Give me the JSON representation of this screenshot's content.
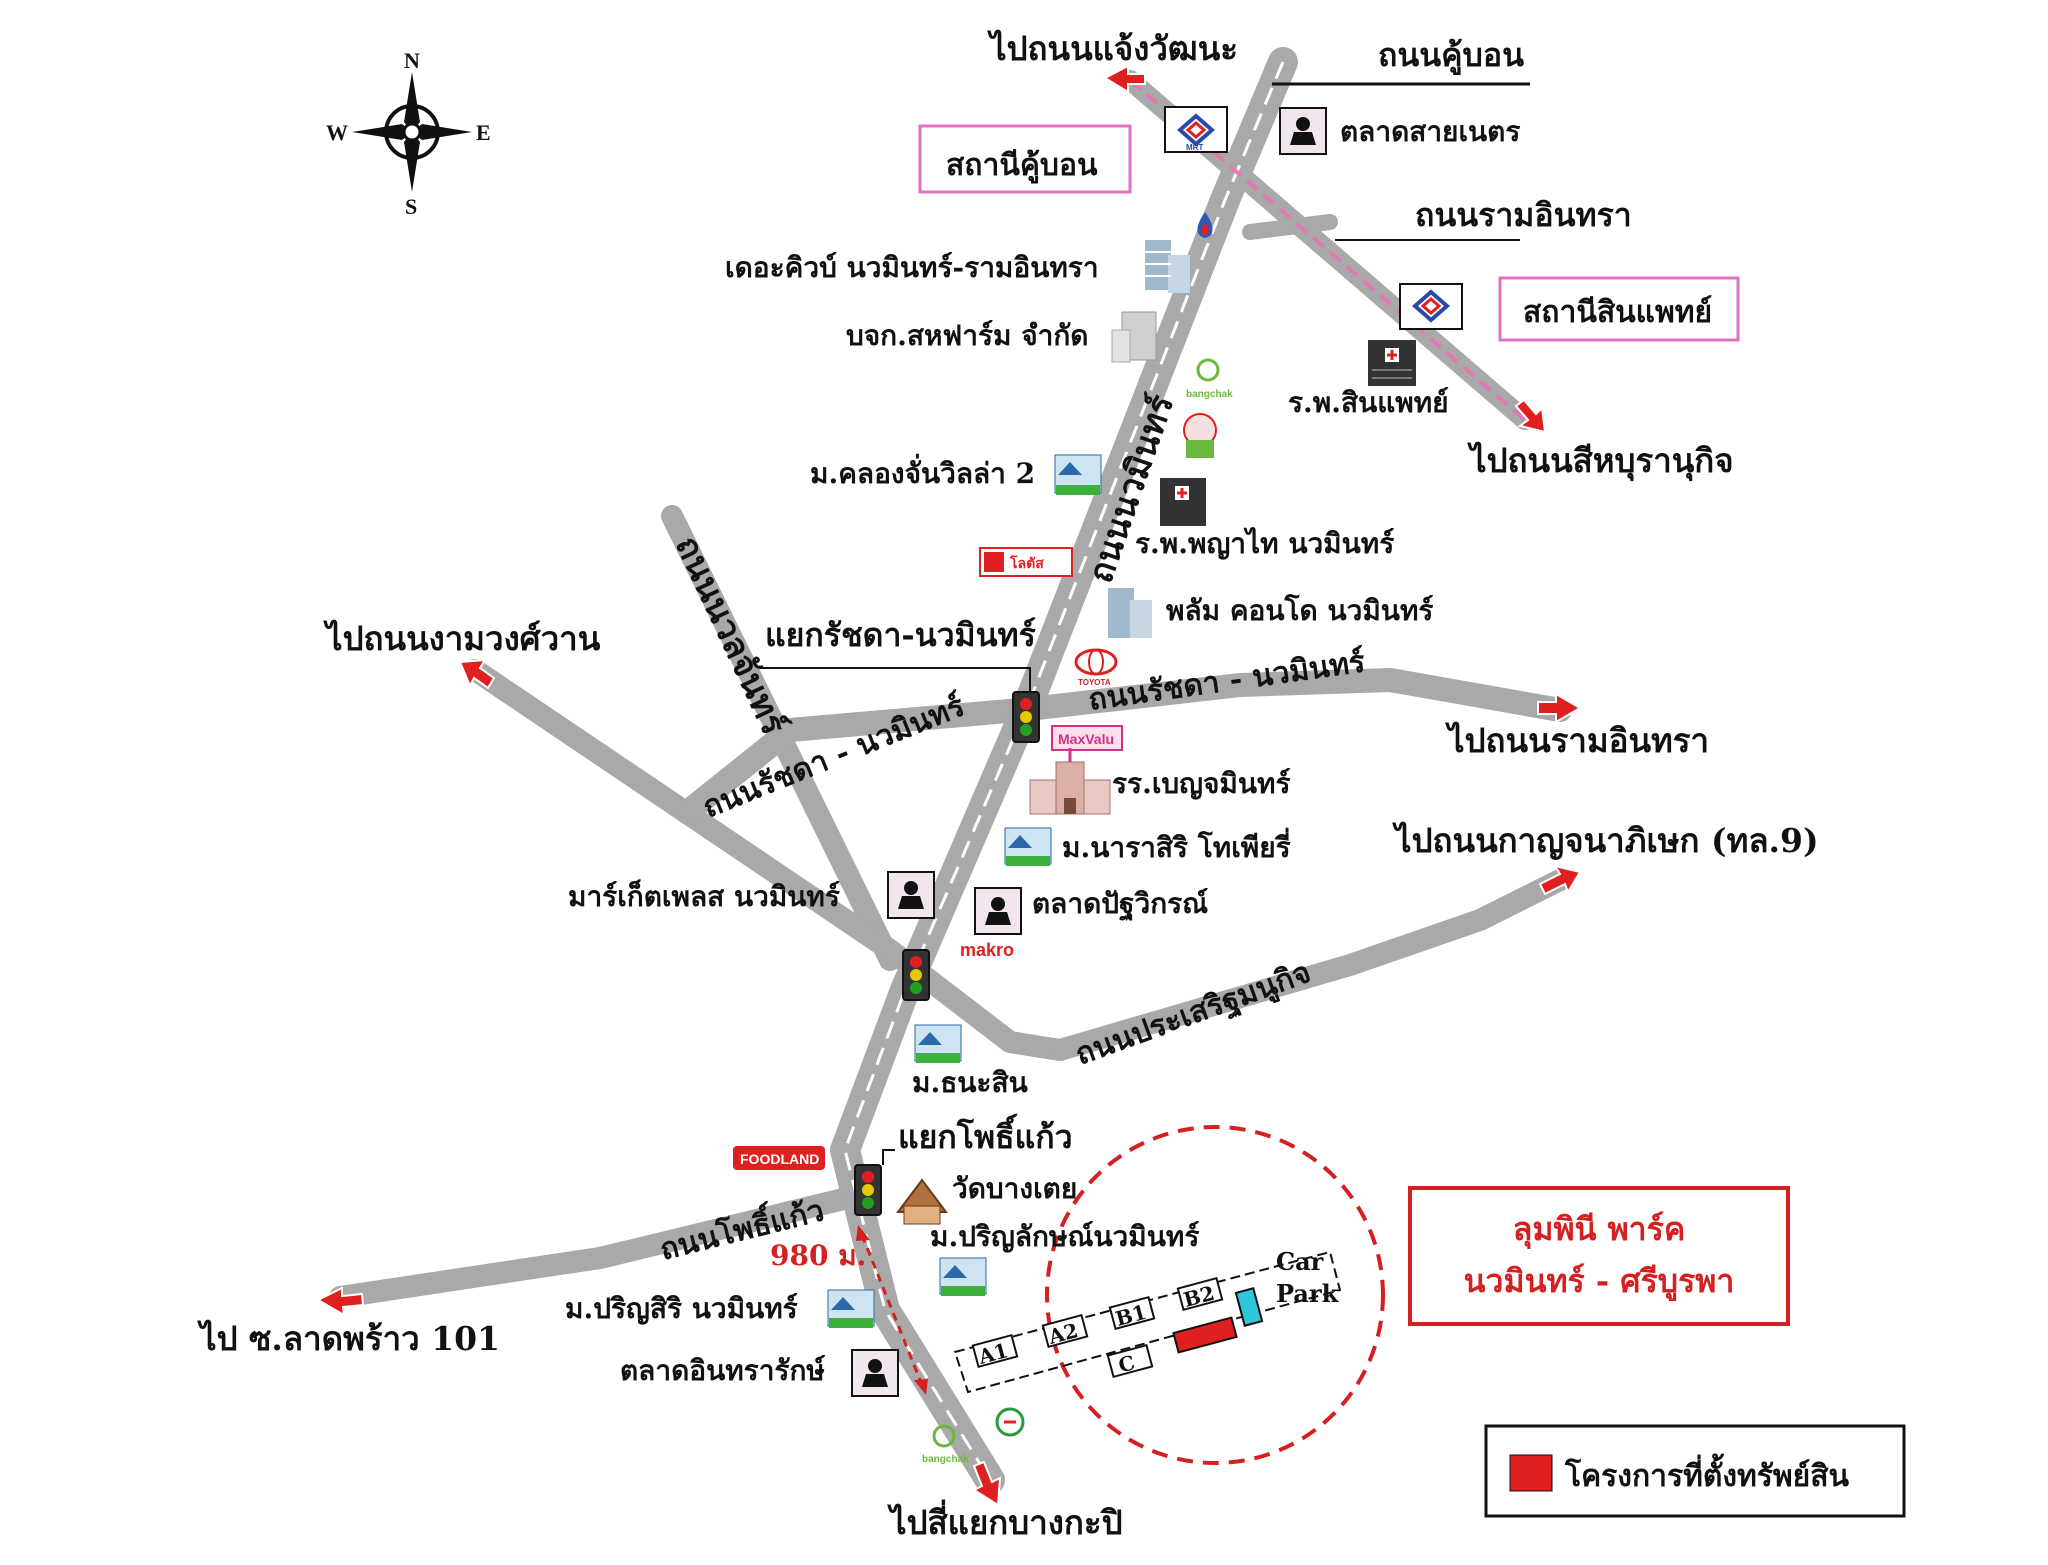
{
  "compass": {
    "n": "N",
    "s": "S",
    "e": "E",
    "w": "W"
  },
  "roads": {
    "khu_bon": "ถนนคู้บอน",
    "ram_intra": "ถนนรามอินทรา",
    "nawamin": "ถนนนวมินทร์",
    "nuanchan": "ถนนนวลจันทร์",
    "ratchada_nawamin_left": "ถนนรัชดา - นวมินทร์",
    "ratchada_nawamin_right": "ถนนรัชดา - นวมินทร์",
    "prasert_manukit": "ถนนประเสริฐมนูกิจ",
    "pho_kaeo": "ถนนโพธิ์แก้ว"
  },
  "destinations": {
    "chaeng_watthana": "ไปถนนแจ้งวัฒนะ",
    "sukhaphiban": "ไปถนนสีหบุรานุกิจ",
    "ngam_wong_wan": "ไปถนนงามวงศ์วาน",
    "ram_intra": "ไปถนนรามอินทรา",
    "kanchanaphisek": "ไปถนนกาญจนาภิเษก (ทล.9)",
    "lat_phrao": "ไป ซ.ลาดพร้าว 101",
    "bang_kapi": "ไปสี่แยกบางกะปิ"
  },
  "stations": {
    "khu_bon": "สถานีคู้บอน",
    "sinphaet": "สถานีสินแพทย์"
  },
  "intersections": {
    "ratchada_nawamin": "แยกรัชดา-นวมินทร์",
    "pho_kaeo": "แยกโพธิ์แก้ว"
  },
  "places": {
    "sai_net_market": "ตลาดสายเนตร",
    "the_cube": "เดอะคิวบ์ นวมินทร์-รามอินทรา",
    "saha_farm": "บจก.สหฟาร์ม จำกัด",
    "sinphaet_hospital": "ร.พ.สินแพทย์",
    "klong_chan_villa": "ม.คลองจั่นวิลล่า 2",
    "phyathai_hospital": "ร.พ.พญาไท นวมินทร์",
    "plum_condo": "พลัม คอนโด นวมินทร์",
    "benjamin_school": "รร.เบญจมินทร์",
    "narasiri": "ม.นาราสิริ โทเพียรี่",
    "market_place": "มาร์เก็ตเพลส นวมินทร์",
    "patawikorn_market": "ตลาดปัฐวิกรณ์",
    "thanasin": "ม.ธนะสิน",
    "wat_bang_toei": "วัดบางเตย",
    "parinyasak": "ม.ปริญลักษณ์นวมินทร์",
    "parinsiri": "ม.ปริญสิริ นวมินทร์",
    "intharak_market": "ตลาดอินทรารักษ์"
  },
  "brands": {
    "bangchak": "bangchak",
    "toyota": "TOYOTA",
    "maxvalu": "MaxValu",
    "makro": "makro",
    "foodland": "FOODLAND",
    "lotus": "โลตัส",
    "mrt": "MRT"
  },
  "distance": "980 ม.",
  "project": {
    "line1": "ลุมพินี พาร์ค",
    "line2": "นวมินทร์ - ศรีบูรพา"
  },
  "plan": {
    "a1": "A1",
    "a2": "A2",
    "b1": "B1",
    "b2": "B2",
    "c": "C",
    "carpark1": "Car",
    "carpark2": "Park"
  },
  "legend": {
    "label": "โครงการที่ตั้งทรัพย์สิน"
  },
  "colors": {
    "road": "#a9a9a9",
    "arrow": "#e02020",
    "station_border": "#e070c0",
    "project_red": "#d42020",
    "dashed_line": "#e07ab0",
    "carpark": "#2fc8d8"
  }
}
